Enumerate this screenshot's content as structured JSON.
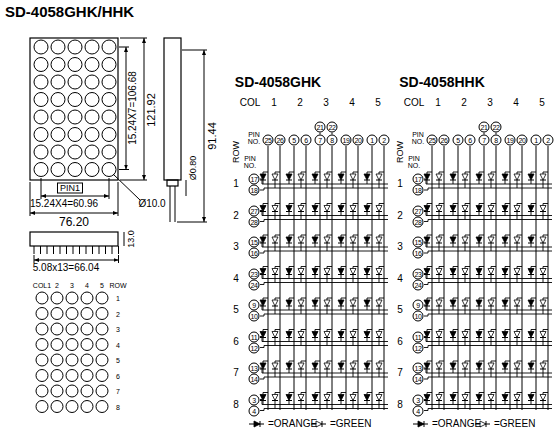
{
  "diagram": {
    "title": "SD-4058GHK/HHK",
    "labels": [
      "15.24X7=106.68",
      "121.92",
      "91.44",
      "Ø0.80",
      "PIN1",
      "15.24X4=60.96",
      "Ø10.0",
      "76.20",
      "13.0",
      "5.08x13=66.04",
      "COL1",
      "2",
      "3",
      "4",
      "5",
      "ROW",
      "1",
      "2",
      "3",
      "4",
      "5",
      "6",
      "7",
      "8",
      "SD-4058GHK",
      "SD-4058HHK",
      "COL",
      "1",
      "2",
      "3",
      "4",
      "5",
      "PIN NO.",
      "25",
      "26",
      "5",
      "6",
      "21",
      "22",
      "7",
      "8",
      "19",
      "20",
      "1",
      "2",
      "ROW",
      "PIN NO.",
      "1",
      "17",
      "18",
      "2",
      "27",
      "28",
      "3",
      "15",
      "16",
      "4",
      "23",
      "24",
      "5",
      "9",
      "10",
      "6",
      "11",
      "12",
      "7",
      "13",
      "14",
      "8",
      "3",
      "4",
      "COL",
      "1",
      "2",
      "3",
      "4",
      "5",
      "PIN NO.",
      "25",
      "26",
      "5",
      "6",
      "21",
      "22",
      "7",
      "8",
      "19",
      "20",
      "1",
      "2",
      "ROW",
      "PIN NO.",
      "1",
      "17",
      "18",
      "2",
      "27",
      "28",
      "3",
      "15",
      "16",
      "4",
      "23",
      "24",
      "5",
      "9",
      "10",
      "6",
      "11",
      "12",
      "7",
      "13",
      "14",
      "8",
      "3",
      "4"
    ],
    "legend": [
      {
        "text": "=ORANGE"
      },
      {
        "text": "=GREEN"
      },
      {
        "text": "=ORANGE"
      },
      {
        "text": "=GREEN"
      }
    ]
  }
}
